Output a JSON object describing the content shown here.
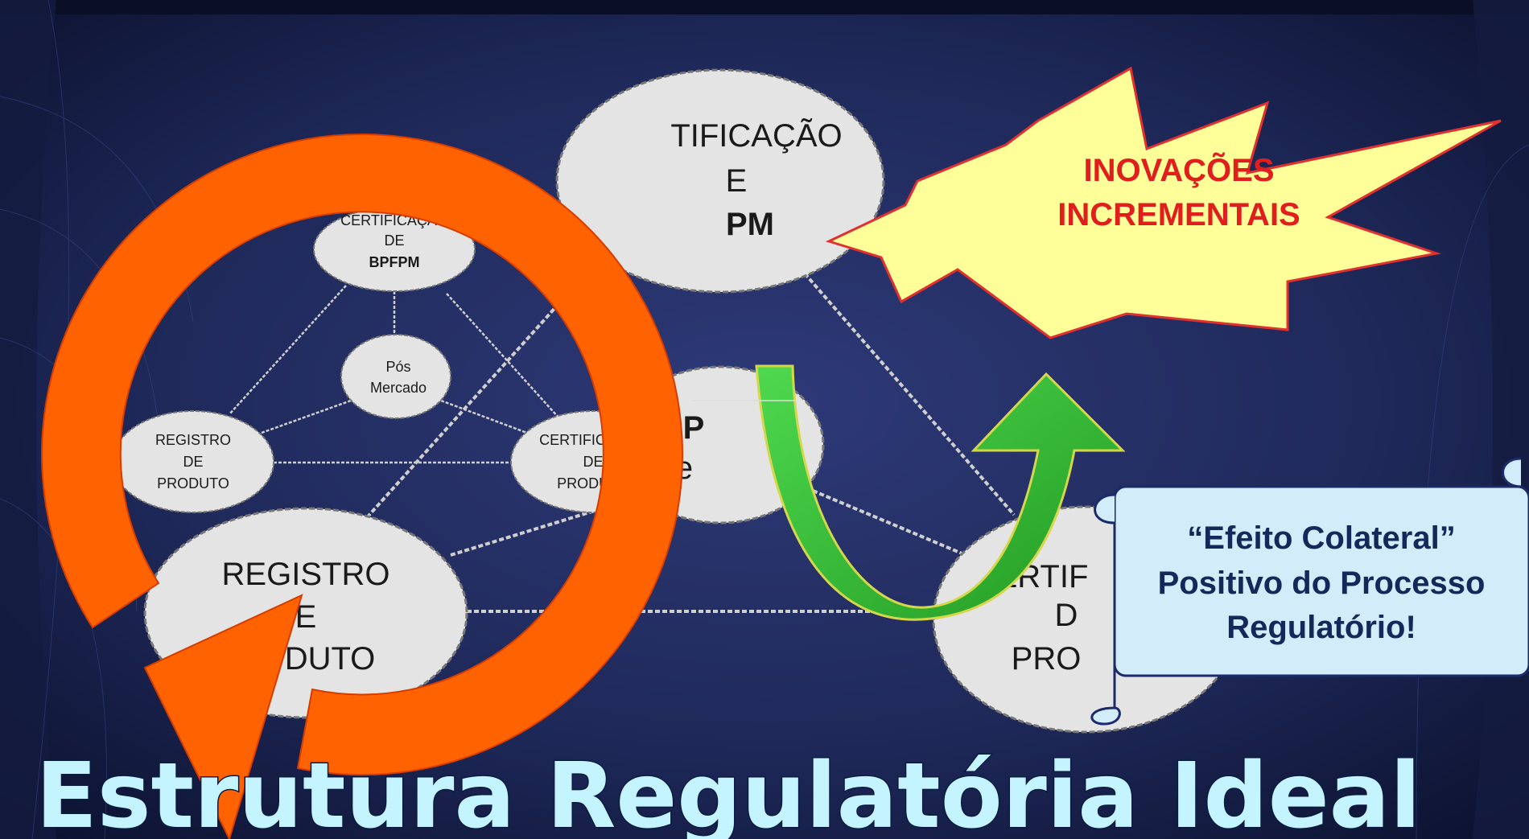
{
  "diagram": {
    "small": {
      "top": [
        "CERTIFICAÇÃO",
        "DE",
        "BPFPM"
      ],
      "center": [
        "Pós",
        "Mercado"
      ],
      "left": [
        "REGISTRO",
        "DE",
        "PRODUTO"
      ],
      "right": [
        "CERTIFICAÇÃO",
        "DE",
        "PRODUTO"
      ]
    },
    "large": {
      "top": [
        "TIFICAÇÃO",
        "E",
        "PM"
      ],
      "center": [
        "P",
        "e"
      ],
      "left": [
        "REGISTRO",
        "E",
        "DUTO"
      ],
      "right": [
        "ERTIF",
        "D",
        "PRO"
      ]
    }
  },
  "burst": {
    "line1": "INOVAÇÕES",
    "line2": "INCREMENTAIS"
  },
  "scroll": {
    "line1": "“Efeito Colateral”",
    "line2": "Positivo do Processo",
    "line3": "Regulatório!"
  },
  "title": "Estrutura Regulatória Ideal",
  "colors": {
    "background": "#1b2453",
    "cycle_arrow": "#ff6200",
    "curved_arrow": "#32c832",
    "burst_fill": "#ffff99",
    "burst_text": "#e01e1e",
    "scroll_fill": "#d2ecfa",
    "title": "#c4f4ff"
  }
}
